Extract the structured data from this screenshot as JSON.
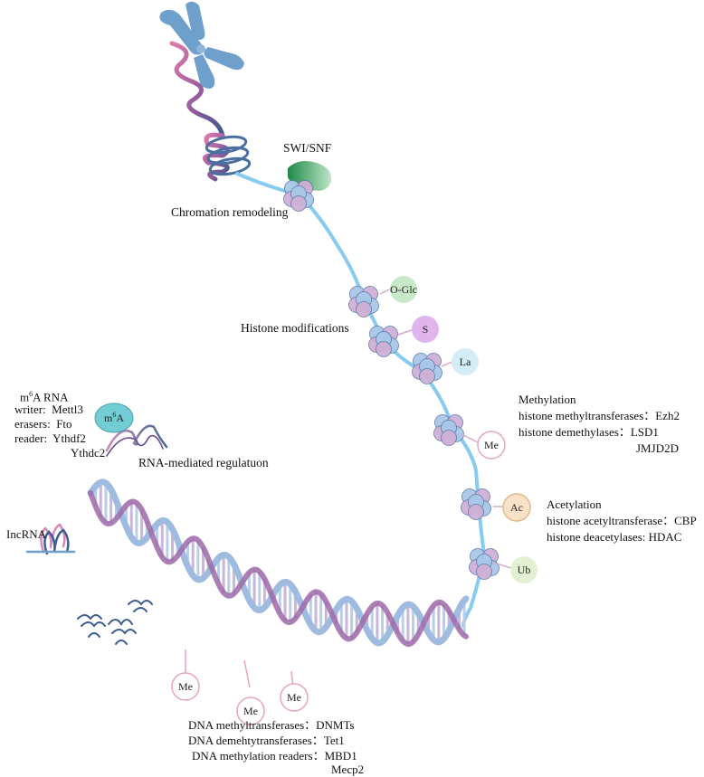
{
  "labels": {
    "swi_snf": "SWI/SNF",
    "chromatin_remodeling": "Chromation remodeling",
    "histone_modifications": "Histone modifications",
    "rna_mediated": "RNA-mediated regulatuon",
    "lncrna": "IncRNA"
  },
  "histone_marks": [
    "O-Glc",
    "S",
    "La",
    "Me",
    "Ac",
    "Ub"
  ],
  "m6a": {
    "badge_base": "m",
    "badge_sup": "6",
    "badge_suffix": "A",
    "title_base": "m",
    "title_sup": "6",
    "title_suffix": "A RNA",
    "writer": "writer:  Mettl3",
    "erasers": "erasers:  Fto",
    "reader": "reader:  Ythdf2",
    "reader2": "Ythdc2"
  },
  "methylation": {
    "title": "Methylation",
    "line1": "histone methyltransferases：Ezh2",
    "line2": "histone demethylases：LSD1",
    "line3": "JMJD2D"
  },
  "acetylation": {
    "title": "Acetylation",
    "line1": "histone acetyltransferase：CBP",
    "line2": "histone deacetylases: HDAC"
  },
  "dna_marks": [
    "Me",
    "Me",
    "Me"
  ],
  "dna_methylation": {
    "line1": "DNA methyltransferases：DNMTs",
    "line2": "DNA demehtytransferases：Tet1",
    "line3": "DNA methylation readers：MBD1",
    "line4": "Mecp2"
  },
  "colors": {
    "chromosome": "#6f9fcb",
    "strand": "#87ccf0",
    "nucleosome_blue": "#a9c9e8",
    "nucleosome_pink": "#cfb0d6",
    "dna_blue": "#9fbbe0",
    "dna_purple": "#9e6aa8",
    "remodeler": "#2a9a55"
  }
}
